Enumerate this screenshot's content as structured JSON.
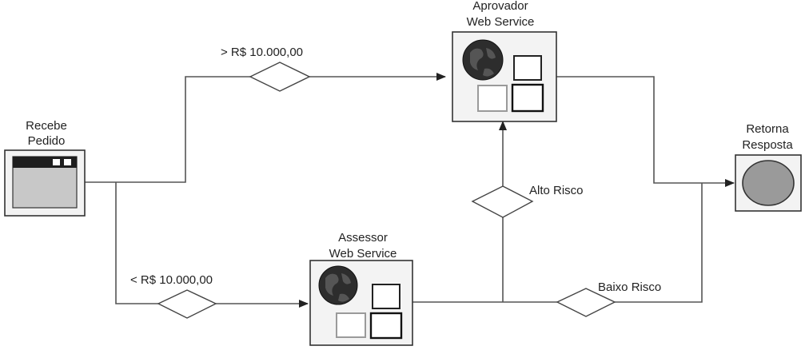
{
  "nodes": {
    "recebe_pedido": {
      "line1": "Recebe",
      "line2": "Pedido",
      "icon": "browser-window-icon"
    },
    "aprovador": {
      "line1": "Aprovador",
      "line2": "Web Service",
      "icon": "web-service-icon"
    },
    "assessor": {
      "line1": "Assessor",
      "line2": "Web Service",
      "icon": "web-service-icon"
    },
    "retorna_resposta": {
      "line1": "Retorna",
      "line2": "Resposta",
      "icon": "end-circle-icon"
    }
  },
  "conditions": {
    "maior": "> R$ 10.000,00",
    "menor": "< R$ 10.000,00",
    "alto_risco": "Alto Risco",
    "baixo_risco": "Baixo Risco"
  }
}
